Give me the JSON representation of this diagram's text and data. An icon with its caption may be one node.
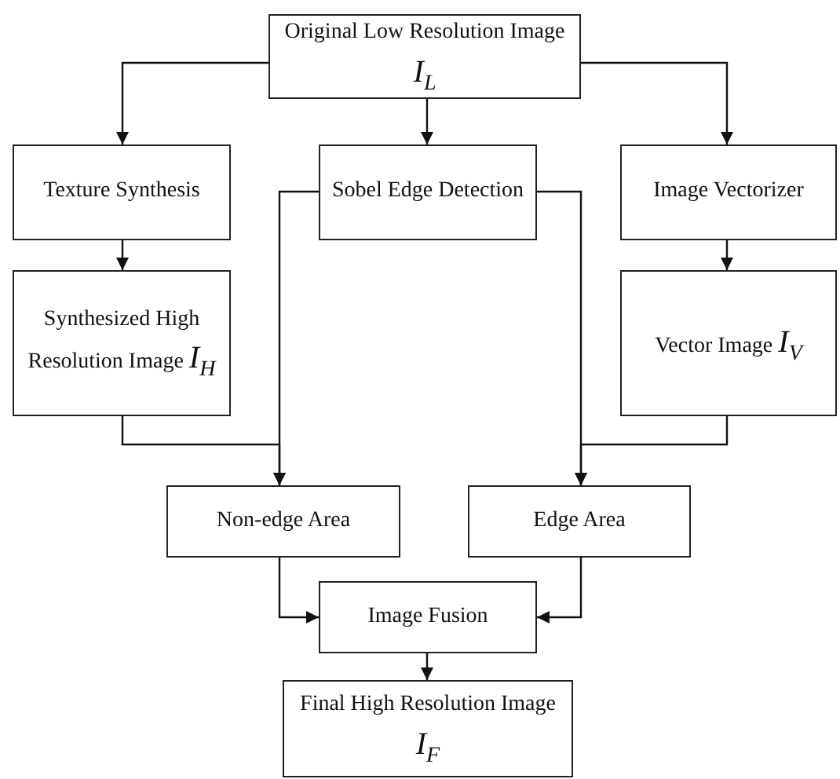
{
  "diagram": {
    "nodes": [
      {
        "text": [
          "Original Low Resolution Image *I*$_{L}$"
        ]
      },
      {
        "text": [
          "Texture Synthesis"
        ]
      },
      {
        "text": [
          "Sobel Edge Detection"
        ]
      },
      {
        "text": [
          "Image Vectorizer"
        ]
      },
      {
        "text": [
          "Synthesized High Resolution Image *I*$_{H}$"
        ]
      },
      {
        "text": [
          "Vector Image *I*$_{V}$"
        ]
      },
      {
        "text": [
          "Non-edge Area"
        ]
      },
      {
        "text": [
          "Edge Area"
        ]
      },
      {
        "text": [
          "Image Fusion"
        ]
      },
      {
        "text": [
          "Final High Resolution Image *I*$_{F}$"
        ]
      }
    ],
    "edges": [
      {
        "from": 0,
        "to": 1,
        "arrow": "to"
      },
      {
        "from": 0,
        "to": 2,
        "arrow": "to"
      },
      {
        "from": 0,
        "to": 3,
        "arrow": "to"
      },
      {
        "from": 1,
        "to": 4,
        "arrow": "to"
      },
      {
        "from": 3,
        "to": 5,
        "arrow": "to"
      },
      {
        "from": 2,
        "to": 6,
        "arrow": "to"
      },
      {
        "from": 4,
        "to": 6,
        "arrow": "to"
      },
      {
        "from": 2,
        "to": 7,
        "arrow": "to"
      },
      {
        "from": 5,
        "to": 7,
        "arrow": "to"
      },
      {
        "from": 6,
        "to": 8,
        "arrow": "to"
      },
      {
        "from": 7,
        "to": 8,
        "arrow": "to"
      },
      {
        "from": 8,
        "to": 9,
        "arrow": "to"
      }
    ]
  }
}
